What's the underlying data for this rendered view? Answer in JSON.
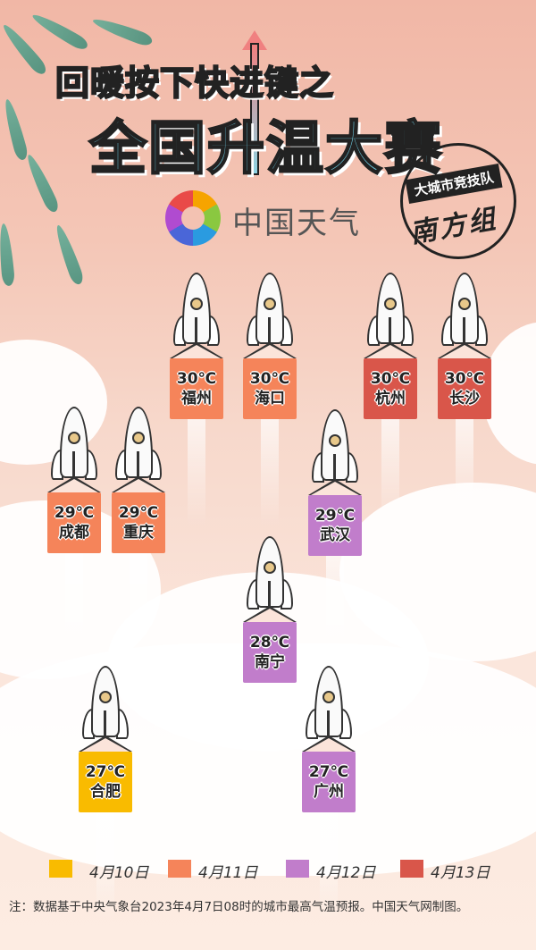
{
  "title": {
    "line1": "回暖按下快进键之",
    "line2": "全国升温大赛"
  },
  "brand": {
    "name": "中国天气"
  },
  "badge": {
    "tag": "大城市竞技队",
    "group": "南方组"
  },
  "legend": [
    {
      "label": "4月10日",
      "color": "#f9bb00"
    },
    {
      "label": "4月11日",
      "color": "#f5845a"
    },
    {
      "label": "4月12日",
      "color": "#c17dcb"
    },
    {
      "label": "4月13日",
      "color": "#d9564a"
    }
  ],
  "cities": [
    {
      "temp": "30℃",
      "name": "福州",
      "date": 1
    },
    {
      "temp": "30℃",
      "name": "海口",
      "date": 1
    },
    {
      "temp": "30℃",
      "name": "杭州",
      "date": 3
    },
    {
      "temp": "30℃",
      "name": "长沙",
      "date": 3
    },
    {
      "temp": "29℃",
      "name": "成都",
      "date": 1
    },
    {
      "temp": "29℃",
      "name": "重庆",
      "date": 1
    },
    {
      "temp": "29℃",
      "name": "武汉",
      "date": 2
    },
    {
      "temp": "28℃",
      "name": "南宁",
      "date": 2
    },
    {
      "temp": "27℃",
      "name": "合肥",
      "date": 0
    },
    {
      "temp": "27℃",
      "name": "广州",
      "date": 2
    }
  ],
  "note": "注：数据基于中央气象台2023年4月7日08时的城市最高气温预报。中国天气网制图。"
}
